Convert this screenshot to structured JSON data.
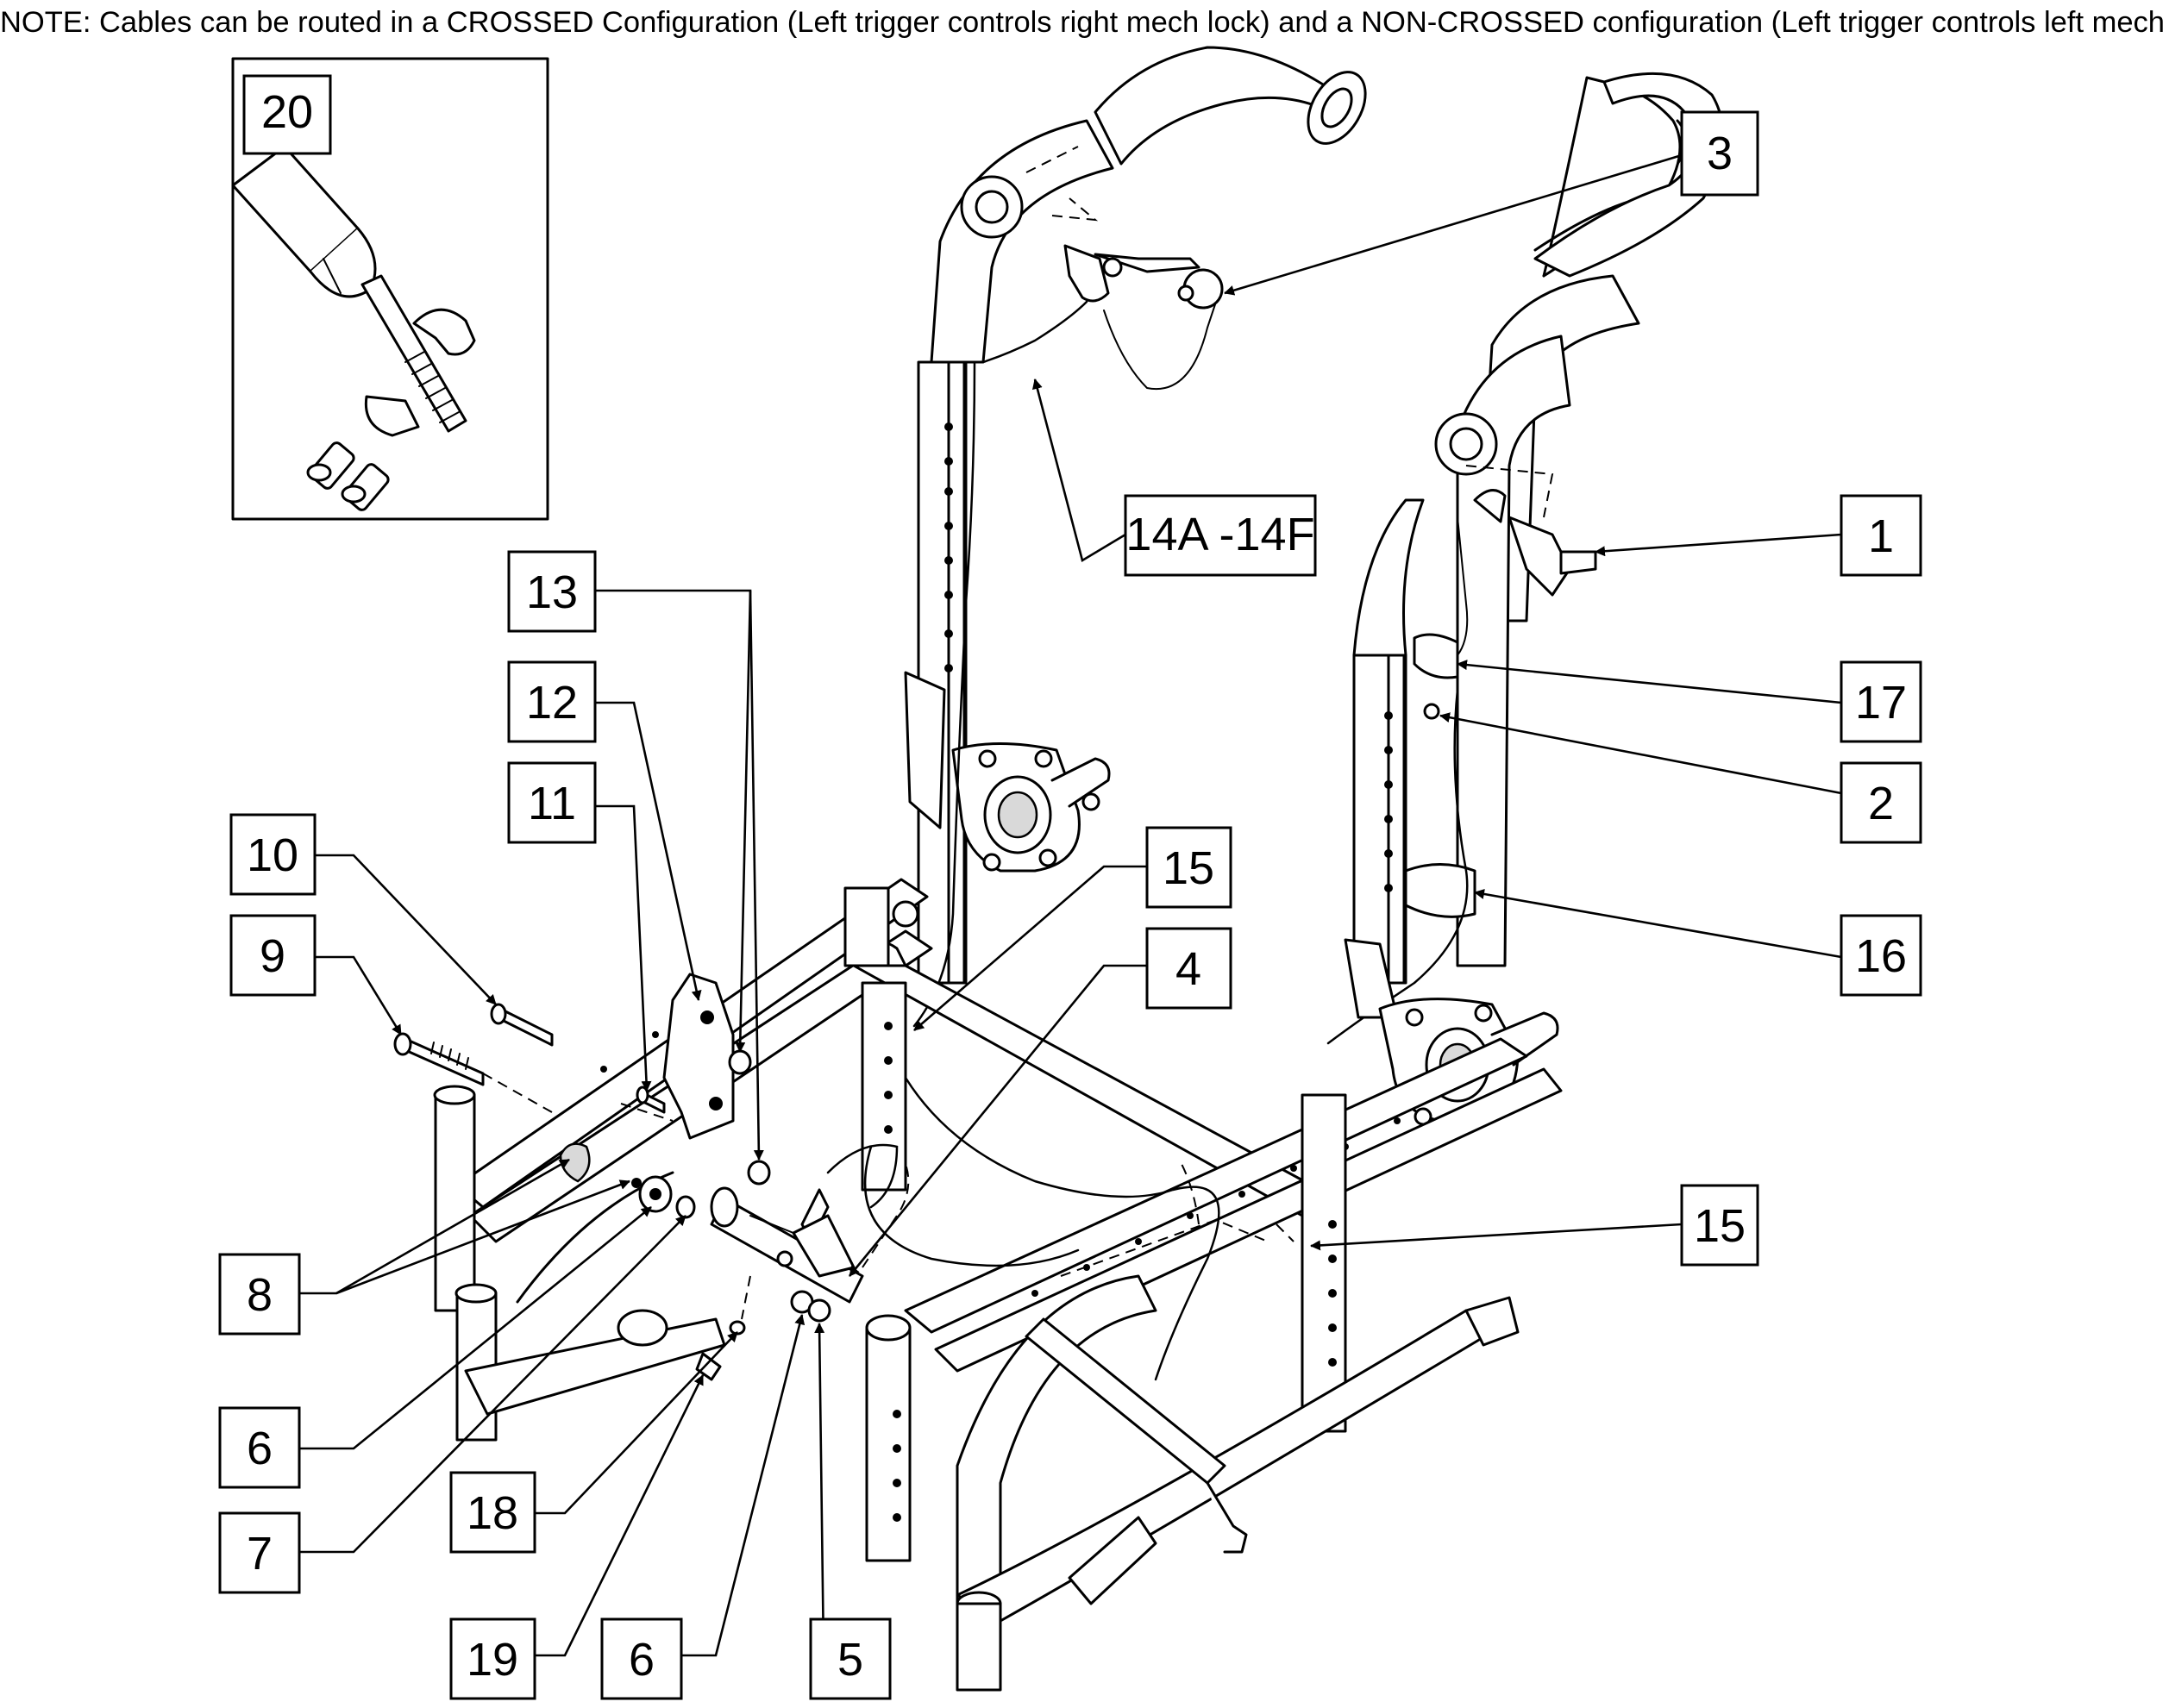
{
  "note": "NOTE: Cables can be routed in a CROSSED Configuration (Left trigger controls right mech lock) and a NON-CROSSED configuration (Left trigger controls left mech lock).",
  "callouts": [
    {
      "id": "c20",
      "label": "20"
    },
    {
      "id": "c3",
      "label": "3"
    },
    {
      "id": "c14",
      "label": "14A -14F"
    },
    {
      "id": "c1",
      "label": "1"
    },
    {
      "id": "c13",
      "label": "13"
    },
    {
      "id": "c12",
      "label": "12"
    },
    {
      "id": "c17",
      "label": "17"
    },
    {
      "id": "c11",
      "label": "11"
    },
    {
      "id": "c2",
      "label": "2"
    },
    {
      "id": "c10",
      "label": "10"
    },
    {
      "id": "c15a",
      "label": "15"
    },
    {
      "id": "c9",
      "label": "9"
    },
    {
      "id": "c16",
      "label": "16"
    },
    {
      "id": "c4",
      "label": "4"
    },
    {
      "id": "c15b",
      "label": "15"
    },
    {
      "id": "c8",
      "label": "8"
    },
    {
      "id": "c6a",
      "label": "6"
    },
    {
      "id": "c18",
      "label": "18"
    },
    {
      "id": "c7",
      "label": "7"
    },
    {
      "id": "c19",
      "label": "19"
    },
    {
      "id": "c6b",
      "label": "6"
    },
    {
      "id": "c5",
      "label": "5"
    }
  ],
  "inset": {
    "part_number": "20"
  }
}
